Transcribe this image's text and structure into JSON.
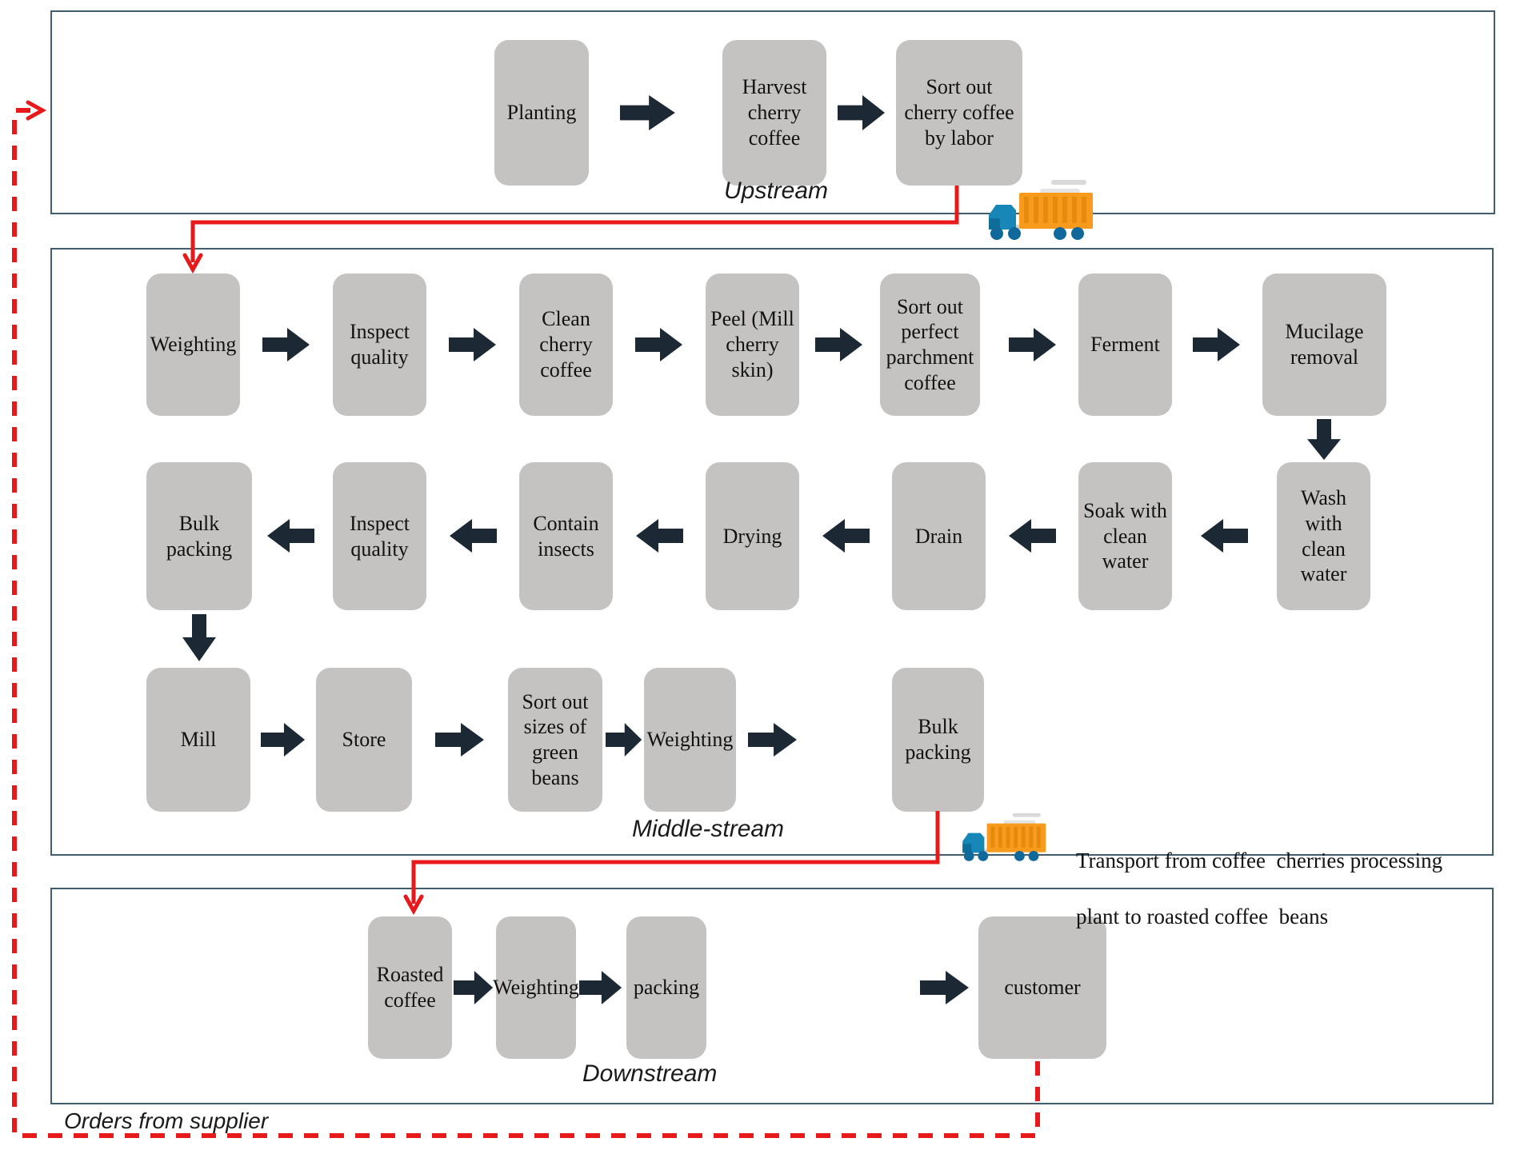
{
  "sections": {
    "upstream": {
      "label": "Upstream",
      "nodes": [
        "Planting",
        "Harvest cherry coffee",
        "Sort out cherry coffee by labor"
      ]
    },
    "middle": {
      "label": "Middle-stream",
      "row1": [
        "Weighting",
        "Inspect quality",
        "Clean cherry coffee",
        "Peel (Mill cherry skin)",
        "Sort out perfect parchment coffee",
        "Ferment",
        "Mucilage removal"
      ],
      "row2": [
        "Wash with clean water",
        "Soak with clean water",
        "Drain",
        "Drying",
        "Contain insects",
        "Inspect quality",
        "Bulk packing"
      ],
      "row3": [
        "Mill",
        "Store",
        "Sort out sizes of green beans",
        "Weighting",
        "Bulk packing"
      ]
    },
    "downstream": {
      "label": "Downstream",
      "nodes": [
        "Roasted coffee",
        "Weighting",
        "packing",
        "customer"
      ]
    }
  },
  "annotations": {
    "transport_note_line1": "Transport from coffee  cherries processing",
    "transport_note_line2": "plant to roasted coffee  beans",
    "orders_label": "Orders from supplier"
  },
  "colors": {
    "node_fill": "#c4c3c2",
    "node_text": "#121212",
    "label_text": "#1a1a1a",
    "frame_border": "#415d6b",
    "flow_arrow": "#1c2935",
    "red_line": "#e8191a",
    "truck_cab": "#1787b8",
    "truck_trailer": "#f89b1c",
    "truck_stripe": "#e5890f",
    "truck_wheel": "#11689b",
    "speed_line": "#d9d9d9"
  }
}
